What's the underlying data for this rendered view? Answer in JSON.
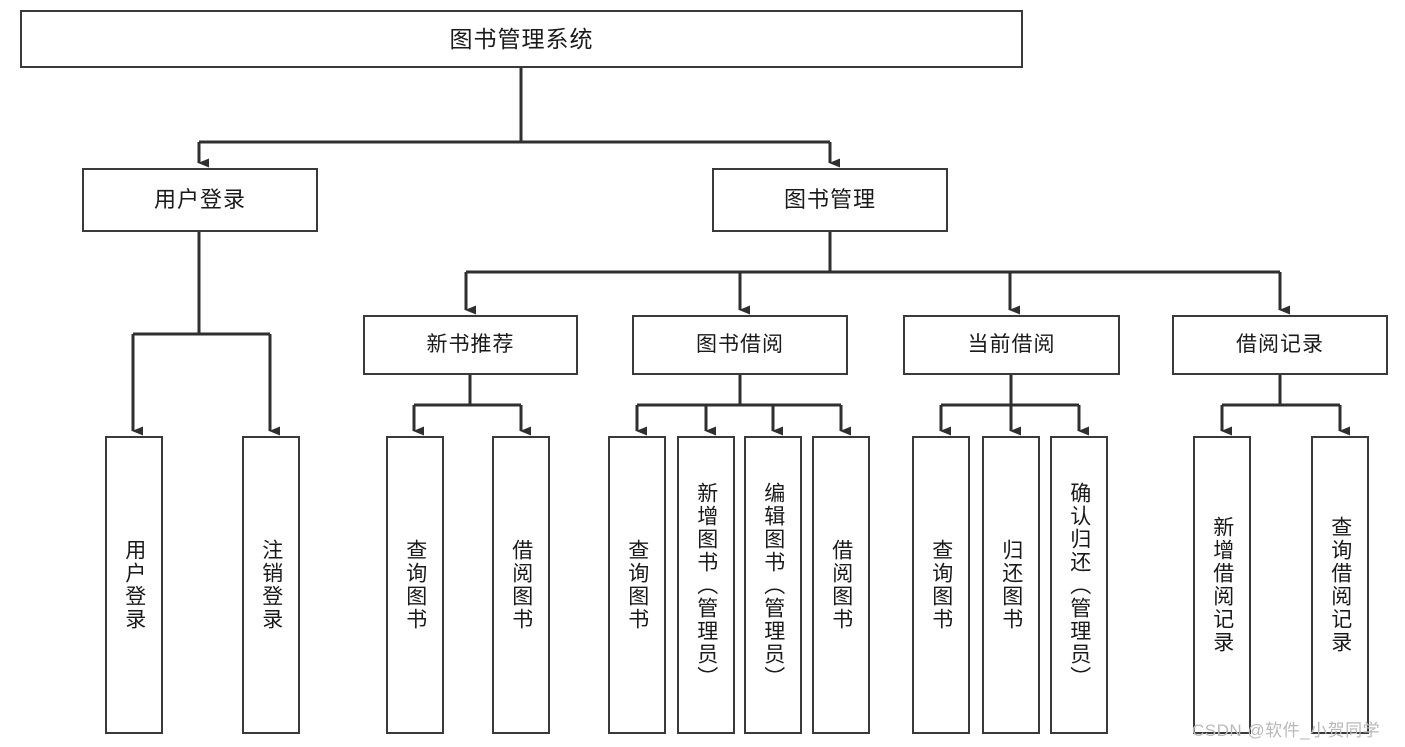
{
  "diagram": {
    "type": "tree-hierarchy-chart",
    "title": "图书管理系统",
    "line_color": "#3a3a3a",
    "box_fill": "#ffffff",
    "text_color": "#1a1a1a",
    "watermark": "CSDN @软件_小贺同学",
    "levels": {
      "root": {
        "label": "图书管理系统"
      },
      "level2": [
        {
          "label": "用户登录"
        },
        {
          "label": "图书管理"
        }
      ],
      "level3": [
        {
          "label": "新书推荐"
        },
        {
          "label": "图书借阅"
        },
        {
          "label": "当前借阅"
        },
        {
          "label": "借阅记录"
        }
      ],
      "leaves": {
        "user_login": [
          {
            "label": "用户登录"
          },
          {
            "label": "注销登录"
          }
        ],
        "new_book_recommend": [
          {
            "label": "查询图书"
          },
          {
            "label": "借阅图书"
          }
        ],
        "book_borrow": [
          {
            "label": "查询图书"
          },
          {
            "label": "新增图书（管理员）"
          },
          {
            "label": "编辑图书（管理员）"
          },
          {
            "label": "借阅图书"
          }
        ],
        "current_borrow": [
          {
            "label": "查询图书"
          },
          {
            "label": "归还图书"
          },
          {
            "label": "确认归还（管理员）"
          }
        ],
        "borrow_record": [
          {
            "label": "新增借阅记录"
          },
          {
            "label": "查询借阅记录"
          }
        ]
      }
    }
  }
}
